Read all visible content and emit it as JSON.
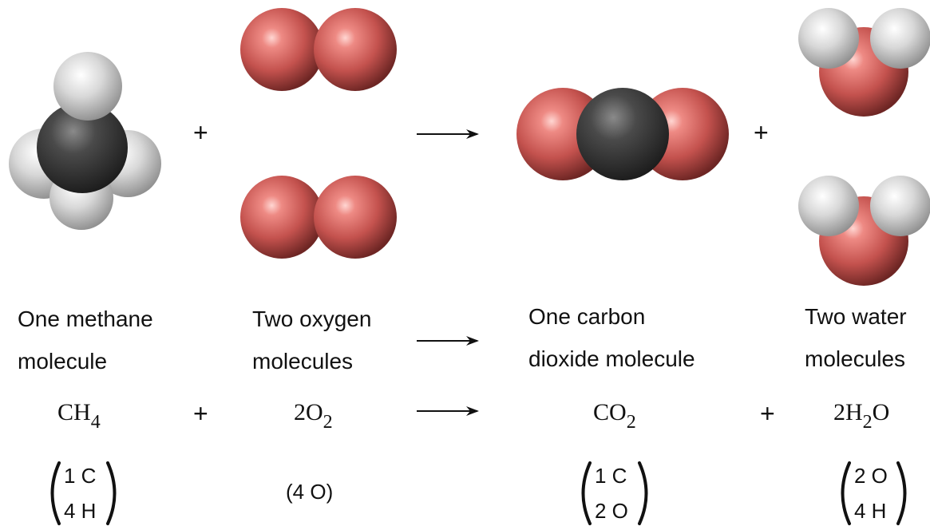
{
  "reactants": {
    "methane": {
      "label": [
        "One methane",
        "molecule"
      ],
      "formula": {
        "pre": "CH",
        "sub": "4",
        "post": ""
      },
      "count": [
        "1 C",
        "4 H"
      ]
    },
    "oxygen": {
      "label": [
        "Two oxygen",
        "molecules"
      ],
      "formula": {
        "pre": "2O",
        "sub": "2",
        "post": ""
      },
      "count": "(4 O)"
    }
  },
  "products": {
    "carbon_dioxide": {
      "label": [
        "One carbon",
        "dioxide molecule"
      ],
      "formula": {
        "pre": "CO",
        "sub": "2",
        "post": ""
      },
      "count": [
        "1 C",
        "2 O"
      ]
    },
    "water": {
      "label": [
        "Two water",
        "molecules"
      ],
      "formula": {
        "pre": "2H",
        "sub": "2",
        "post": "O"
      },
      "count": [
        "2 O",
        "4 H"
      ]
    }
  },
  "operators": {
    "plus": "+"
  },
  "colors": {
    "oxygen": "#c4524e",
    "carbon": "#3c3c3c",
    "hydrogen": "#d6d6d6"
  }
}
